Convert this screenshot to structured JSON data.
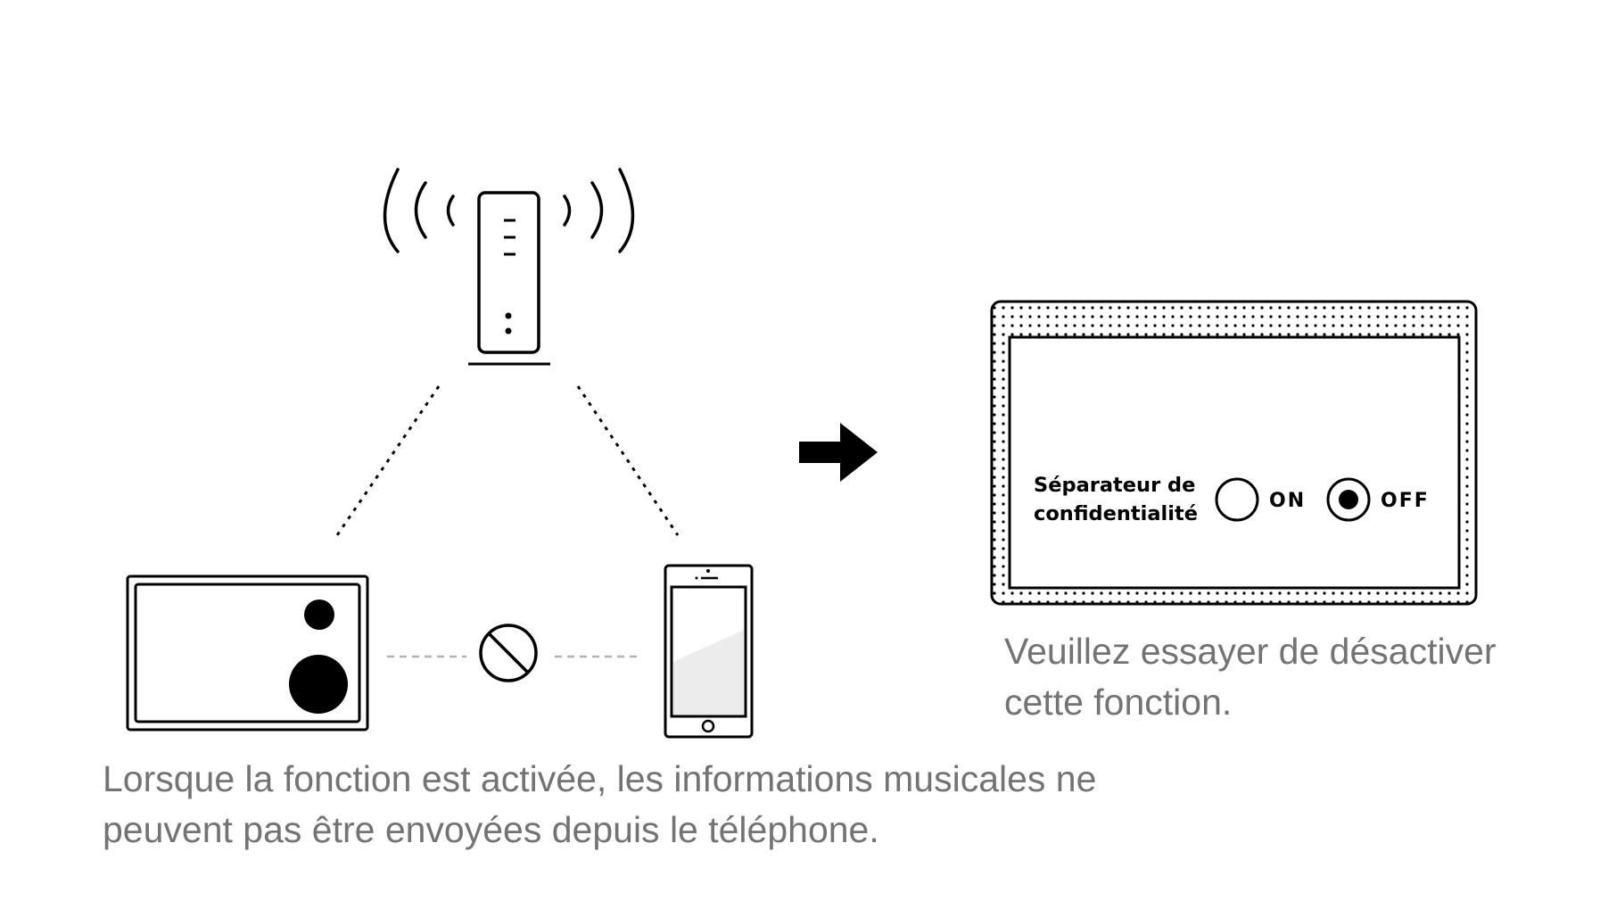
{
  "captions": {
    "left": {
      "line1": "Lorsque la fonction est activée, les informations musicales ne",
      "line2": "peuvent pas être envoyées depuis le téléphone."
    },
    "right": {
      "line1": "Veuillez essayer de désactiver",
      "line2": "cette fonction."
    }
  },
  "settings_panel": {
    "label_line1": "Séparateur de",
    "label_line2": "confidentialité",
    "option_on": "ON",
    "option_off": "OFF",
    "selected": "OFF"
  },
  "icons": {
    "router": "wifi-router-icon",
    "speaker": "speaker-icon",
    "phone": "smartphone-icon",
    "blocked": "prohibited-icon",
    "arrow": "arrow-right-icon"
  },
  "colors": {
    "line": "#000000",
    "caption_text": "#737373",
    "connector_gray": "#b3b3b3",
    "phone_screen": "#ececec"
  }
}
